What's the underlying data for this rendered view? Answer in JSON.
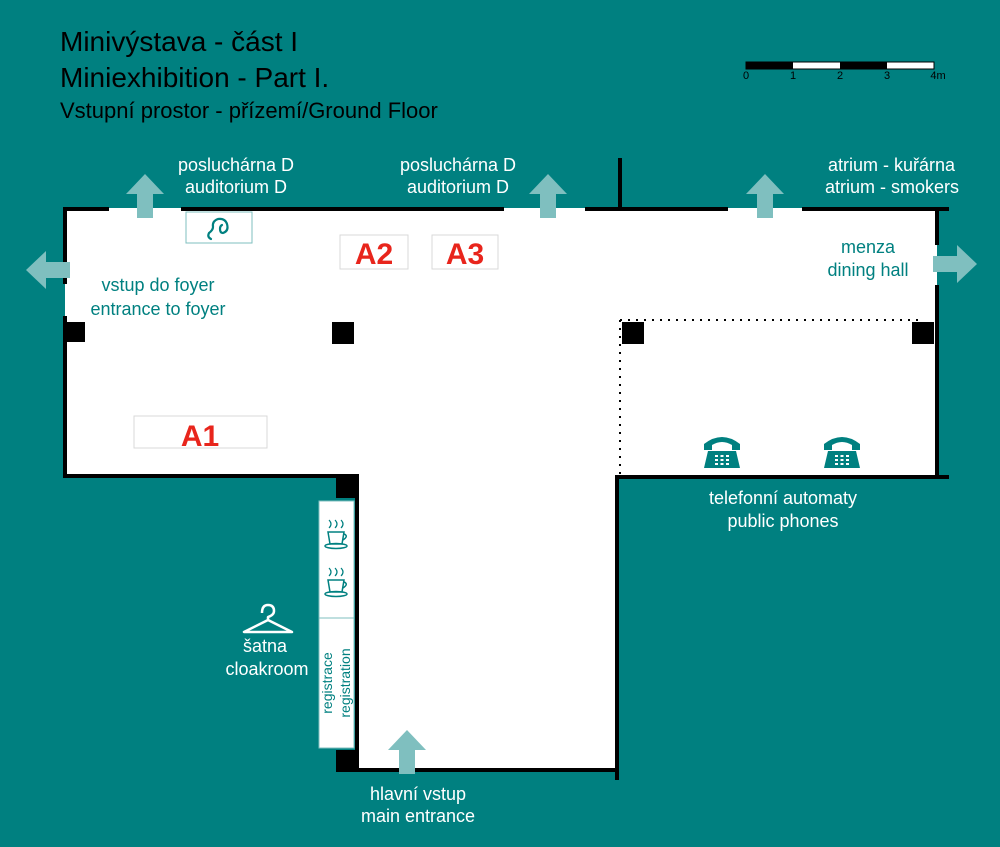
{
  "title": {
    "line1": "Minivýstava - část I",
    "line2": "Miniexhibition - Part I.",
    "line3": "Vstupní prostor - přízemí/Ground Floor"
  },
  "scale_bar": {
    "ticks": [
      "0",
      "1",
      "2",
      "3",
      "4m"
    ]
  },
  "labels": {
    "auditorium_left": {
      "cz": "posluchárna D",
      "en": "auditorium D"
    },
    "auditorium_right": {
      "cz": "posluchárna D",
      "en": "auditorium D"
    },
    "atrium": {
      "cz": "atrium - kuřárna",
      "en": "atrium - smokers"
    },
    "foyer": {
      "cz": "vstup do foyer",
      "en": "entrance to foyer"
    },
    "dining": {
      "cz": "menza",
      "en": "dining hall"
    },
    "phones": {
      "cz": "telefonní automaty",
      "en": "public phones"
    },
    "cloakroom": {
      "cz": "šatna",
      "en": "cloakroom"
    },
    "registration": {
      "cz": "registrace",
      "en": "registration"
    },
    "main_entrance": {
      "cz": "hlavní vstup",
      "en": "main entrance"
    }
  },
  "exhibits": {
    "a1": "A1",
    "a2": "A2",
    "a3": "A3"
  },
  "colors": {
    "background": "#008080",
    "floor": "#ffffff",
    "wall": "#000000",
    "arrow": "#7fbfbf",
    "exhibit_text": "#e8251c"
  },
  "icons": {
    "ear": "ear-icon",
    "phone": "telephone-icon",
    "coffee": "coffee-cup-icon",
    "hanger": "coat-hanger-icon",
    "arrow": "arrow-icon"
  }
}
